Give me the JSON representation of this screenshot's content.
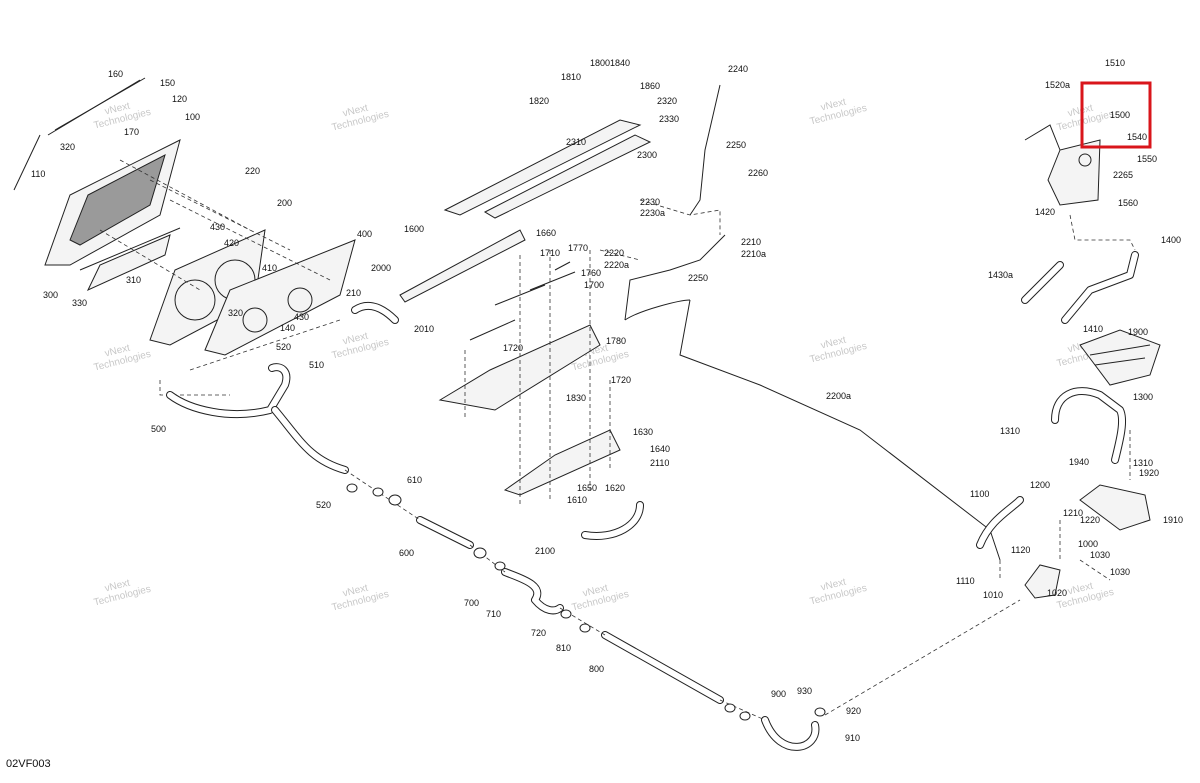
{
  "diagram_code": "02VF003",
  "watermark_lines": [
    "vNext",
    "Technologies"
  ],
  "highlight_color": "#d9151b",
  "callouts": [
    "160",
    "150",
    "120",
    "100",
    "170",
    "320",
    "110",
    "220",
    "430",
    "420",
    "200",
    "410",
    "400",
    "300",
    "310",
    "330",
    "320",
    "430",
    "140",
    "210",
    "520",
    "510",
    "2000",
    "2010",
    "500",
    "520",
    "610",
    "600",
    "700",
    "710",
    "720",
    "810",
    "800",
    "900",
    "930",
    "920",
    "910",
    "1600",
    "1660",
    "1710",
    "1770",
    "1760",
    "1700",
    "1720",
    "1780",
    "1720",
    "1830",
    "1630",
    "1640",
    "2110",
    "1650",
    "1620",
    "1610",
    "2100",
    "1820",
    "1810",
    "1800",
    "1840",
    "1860",
    "2320",
    "2330",
    "2310",
    "2300",
    "2240",
    "2250",
    "2260",
    "2230",
    "2230a",
    "2210",
    "2210a",
    "2220",
    "2220a",
    "2250",
    "2200a",
    "1510",
    "1520a",
    "1500",
    "1540",
    "1550",
    "2265",
    "1420",
    "1560",
    "1400",
    "1430a",
    "1410",
    "1900",
    "1300",
    "1310",
    "1310",
    "1920",
    "1940",
    "1910",
    "1200",
    "1210",
    "1220",
    "1100",
    "1000",
    "1030",
    "1030",
    "1120",
    "1110",
    "1010",
    "1020"
  ]
}
